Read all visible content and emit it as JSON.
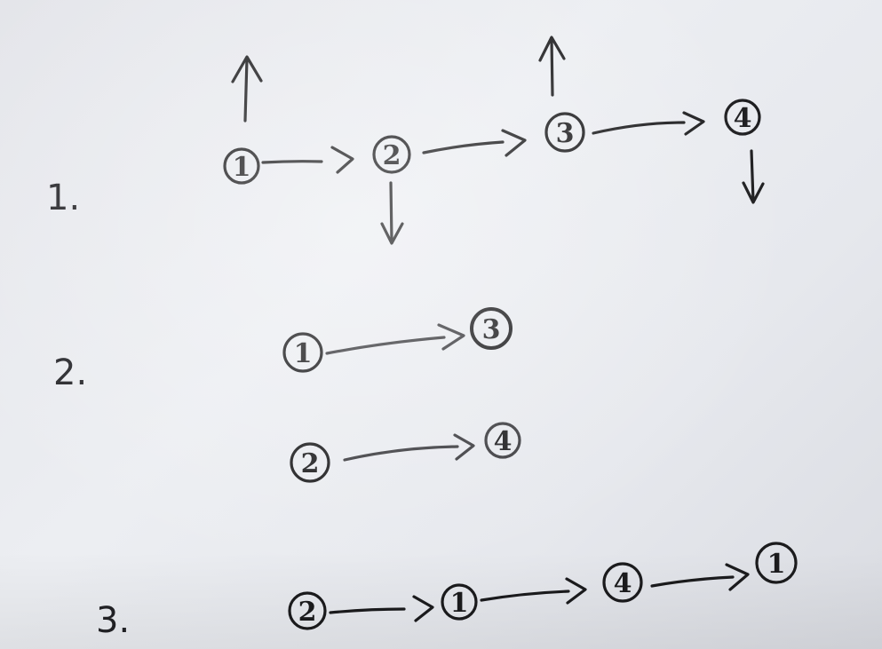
{
  "colors": {
    "paper": "#e8e9ee",
    "ink": "#1b1b1d"
  },
  "diagrams": [
    {
      "label": "1.",
      "nodes": [
        "1",
        "2",
        "3",
        "4"
      ]
    },
    {
      "label": "2.",
      "rows": [
        {
          "nodes": [
            "1",
            "3"
          ]
        },
        {
          "nodes": [
            "2",
            "4"
          ]
        }
      ]
    },
    {
      "label": "3.",
      "nodes": [
        "2",
        "1",
        "4",
        "1"
      ]
    }
  ]
}
